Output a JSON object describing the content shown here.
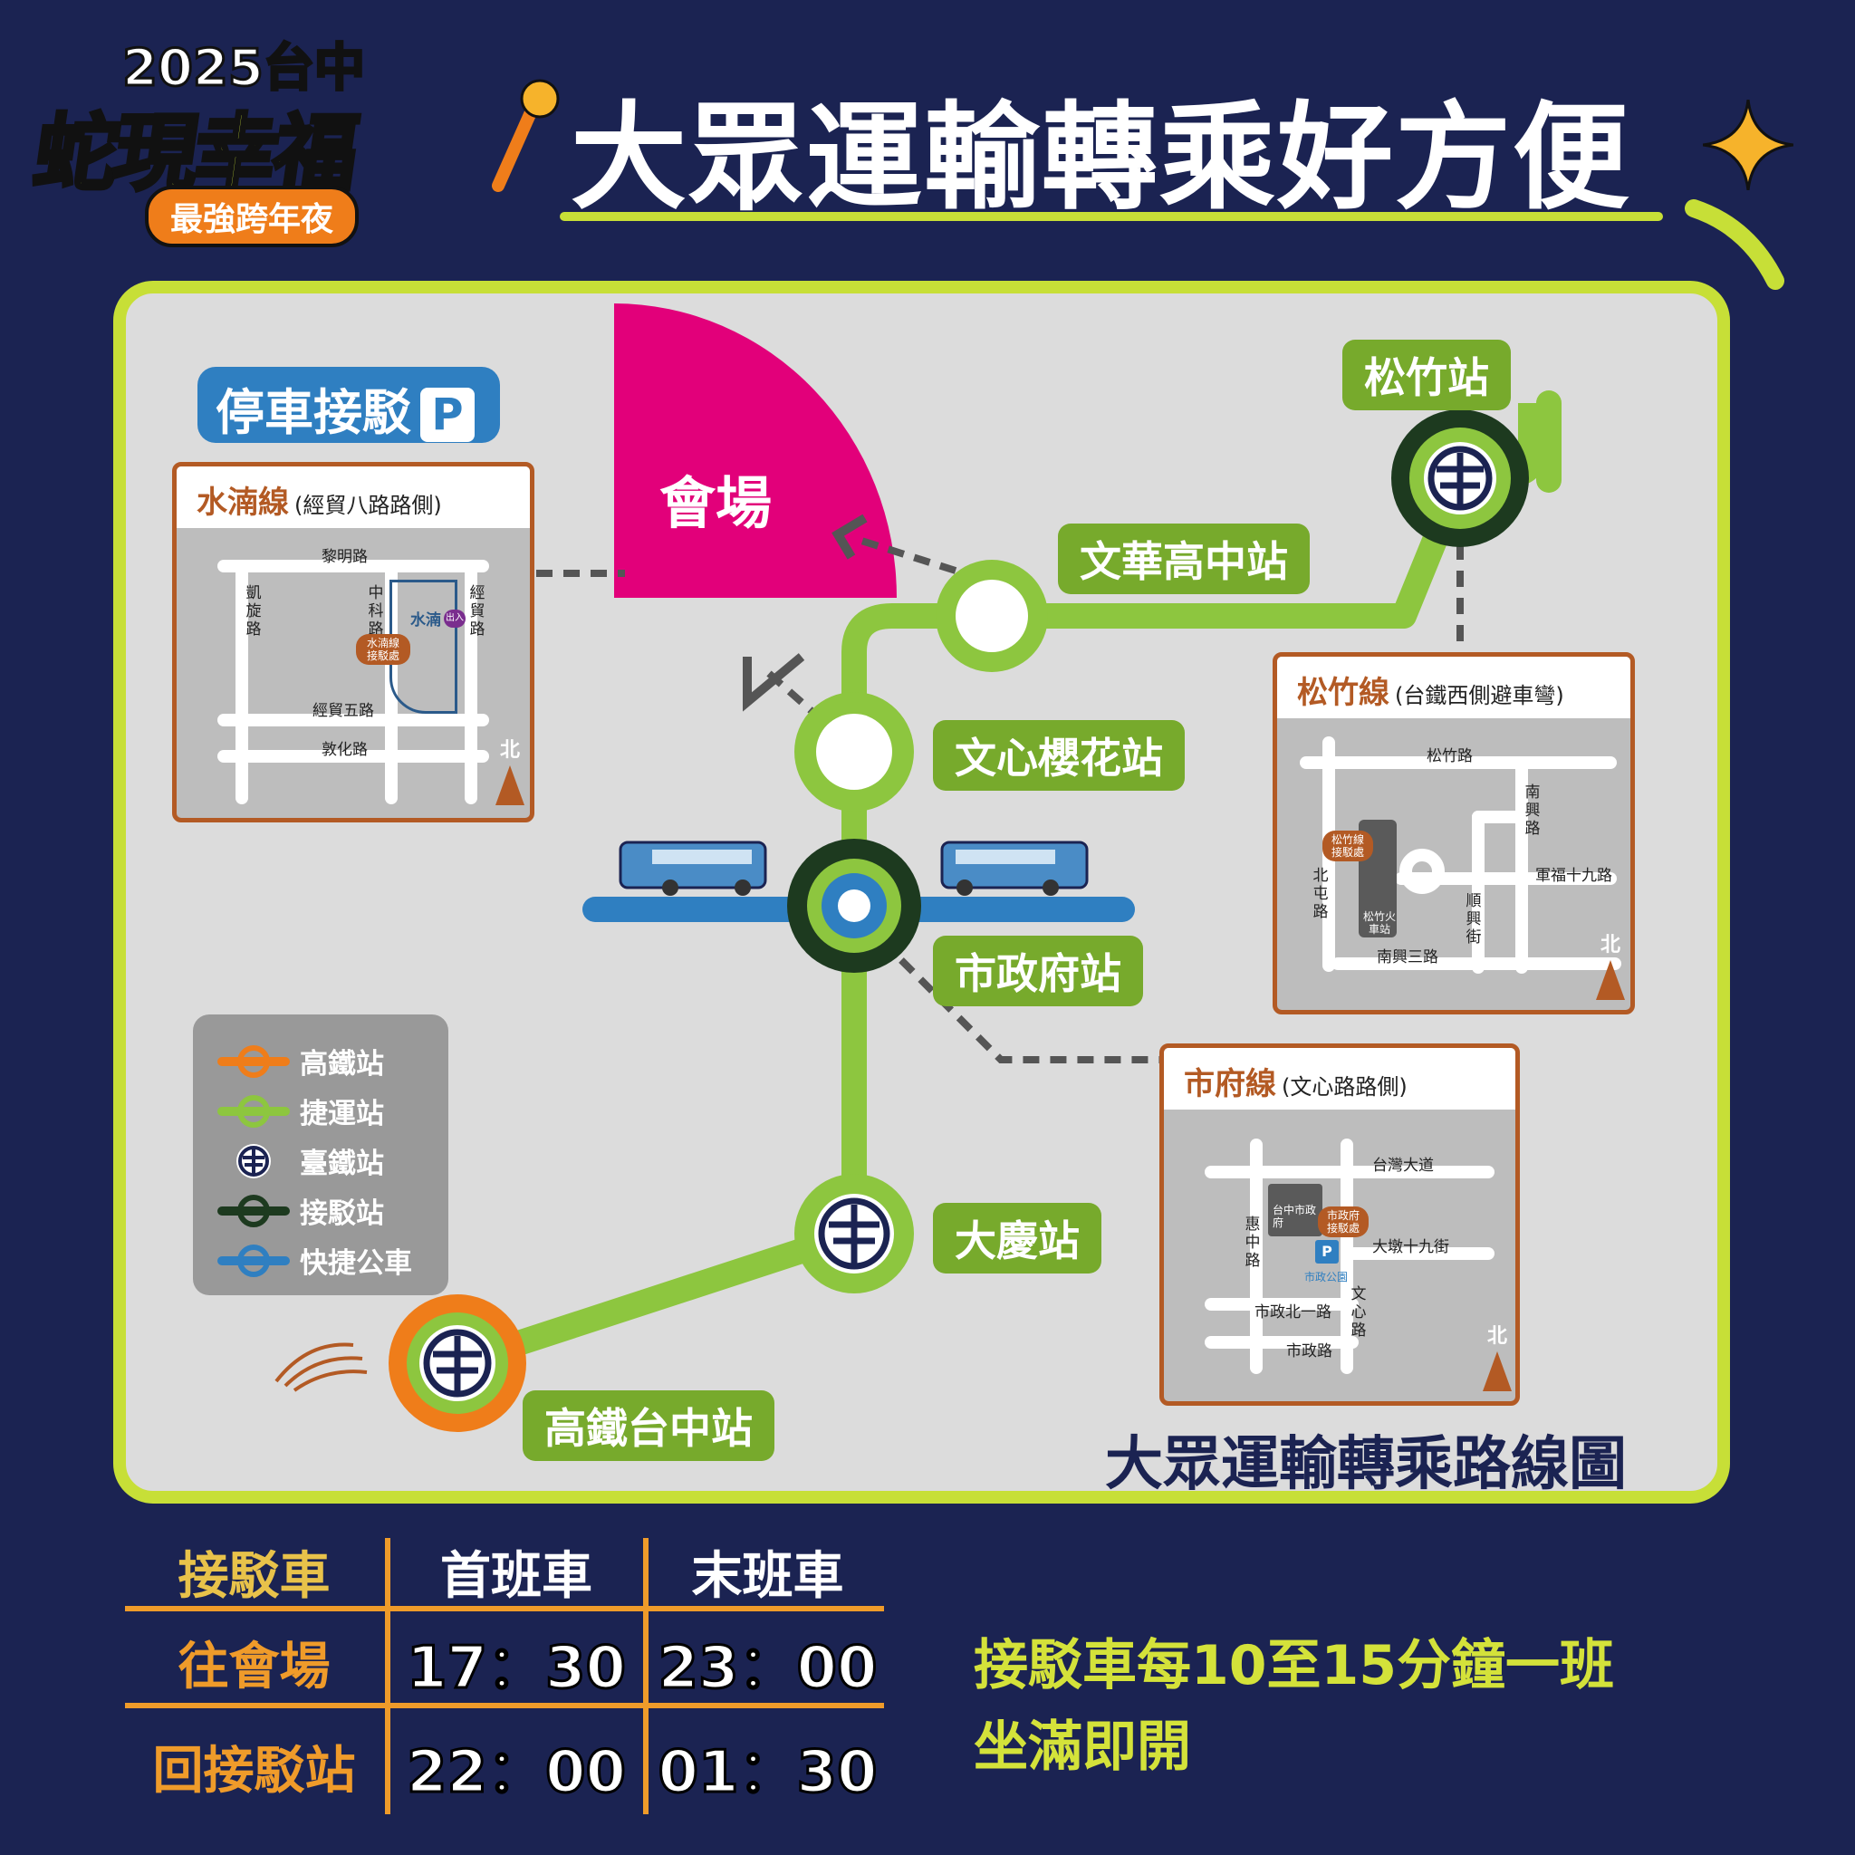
{
  "logo": {
    "year_city": "2025台中",
    "name": "蛇現幸福",
    "tagline": "最強跨年夜"
  },
  "title": "大眾運輸轉乘好方便",
  "parking_badge": {
    "label": "停車接駁",
    "icon": "P"
  },
  "venue": "會場",
  "stations": {
    "songzhu": "松竹站",
    "wenhua": "文華高中站",
    "wenxin": "文心櫻花站",
    "cityhall": "市政府站",
    "daqing": "大慶站",
    "hsr": "高鐵台中站"
  },
  "legend": [
    {
      "icon": "hsr-station-icon",
      "label": "高鐵站",
      "color": "#ef7d1a"
    },
    {
      "icon": "mrt-station-icon",
      "label": "捷運站",
      "color": "#8dc63f"
    },
    {
      "icon": "tra-station-icon",
      "label": "臺鐵站",
      "color": "#1b2352"
    },
    {
      "icon": "shuttle-station-icon",
      "label": "接駁站",
      "color": "#1d3a1f"
    },
    {
      "icon": "brt-icon",
      "label": "快捷公車",
      "color": "#2f7fc1"
    }
  ],
  "insets": {
    "shuinan": {
      "title": "水湳線",
      "subtitle": "(經貿八路路側)",
      "roads": [
        "黎明路",
        "凱旋路",
        "中科路",
        "經貿路",
        "經貿五路",
        "敦化路"
      ],
      "parking_name": "水湳",
      "exit": "出入",
      "pickup": "水湳線接駁處",
      "north": "北"
    },
    "songzhu": {
      "title": "松竹線",
      "subtitle": "(台鐵西側避車彎)",
      "roads": [
        "松竹路",
        "南興路",
        "軍福十九路",
        "北屯路",
        "順興街",
        "南興三路"
      ],
      "station": "松竹火車站",
      "pickup": "松竹線接駁處",
      "north": "北"
    },
    "shifu": {
      "title": "市府線",
      "subtitle": "(文心路路側)",
      "roads": [
        "台灣大道",
        "大墩十九街",
        "惠中路",
        "市政北一路",
        "文心路",
        "市政路"
      ],
      "building": "台中市政府",
      "pickup": "市政府接駁處",
      "parking_name": "市政公園",
      "north": "北"
    }
  },
  "caption": "大眾運輸轉乘路線圖",
  "schedule": {
    "headers": [
      "接駁車",
      "首班車",
      "末班車"
    ],
    "rows": [
      {
        "label": "往會場",
        "first": "17：30",
        "last": "23：00"
      },
      {
        "label": "回接駁站",
        "first": "22：00",
        "last": "01：30"
      }
    ]
  },
  "note": {
    "line1": "接駁車每10至15分鐘一班",
    "line2": "坐滿即開"
  }
}
